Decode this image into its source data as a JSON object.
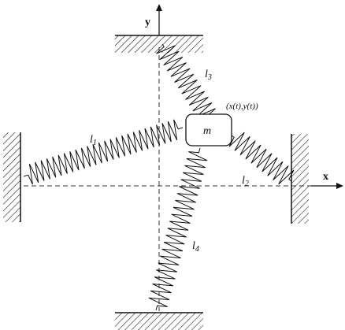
{
  "axes": {
    "x_label": "x",
    "y_label": "y"
  },
  "mass": {
    "label": "m",
    "position_label": "(x(t),y(t))"
  },
  "springs": [
    {
      "id": "l1",
      "label_main": "l",
      "label_sub": "1"
    },
    {
      "id": "l2",
      "label_main": "l",
      "label_sub": "2"
    },
    {
      "id": "l3",
      "label_main": "l",
      "label_sub": "3"
    },
    {
      "id": "l4",
      "label_main": "l",
      "label_sub": "4"
    }
  ]
}
